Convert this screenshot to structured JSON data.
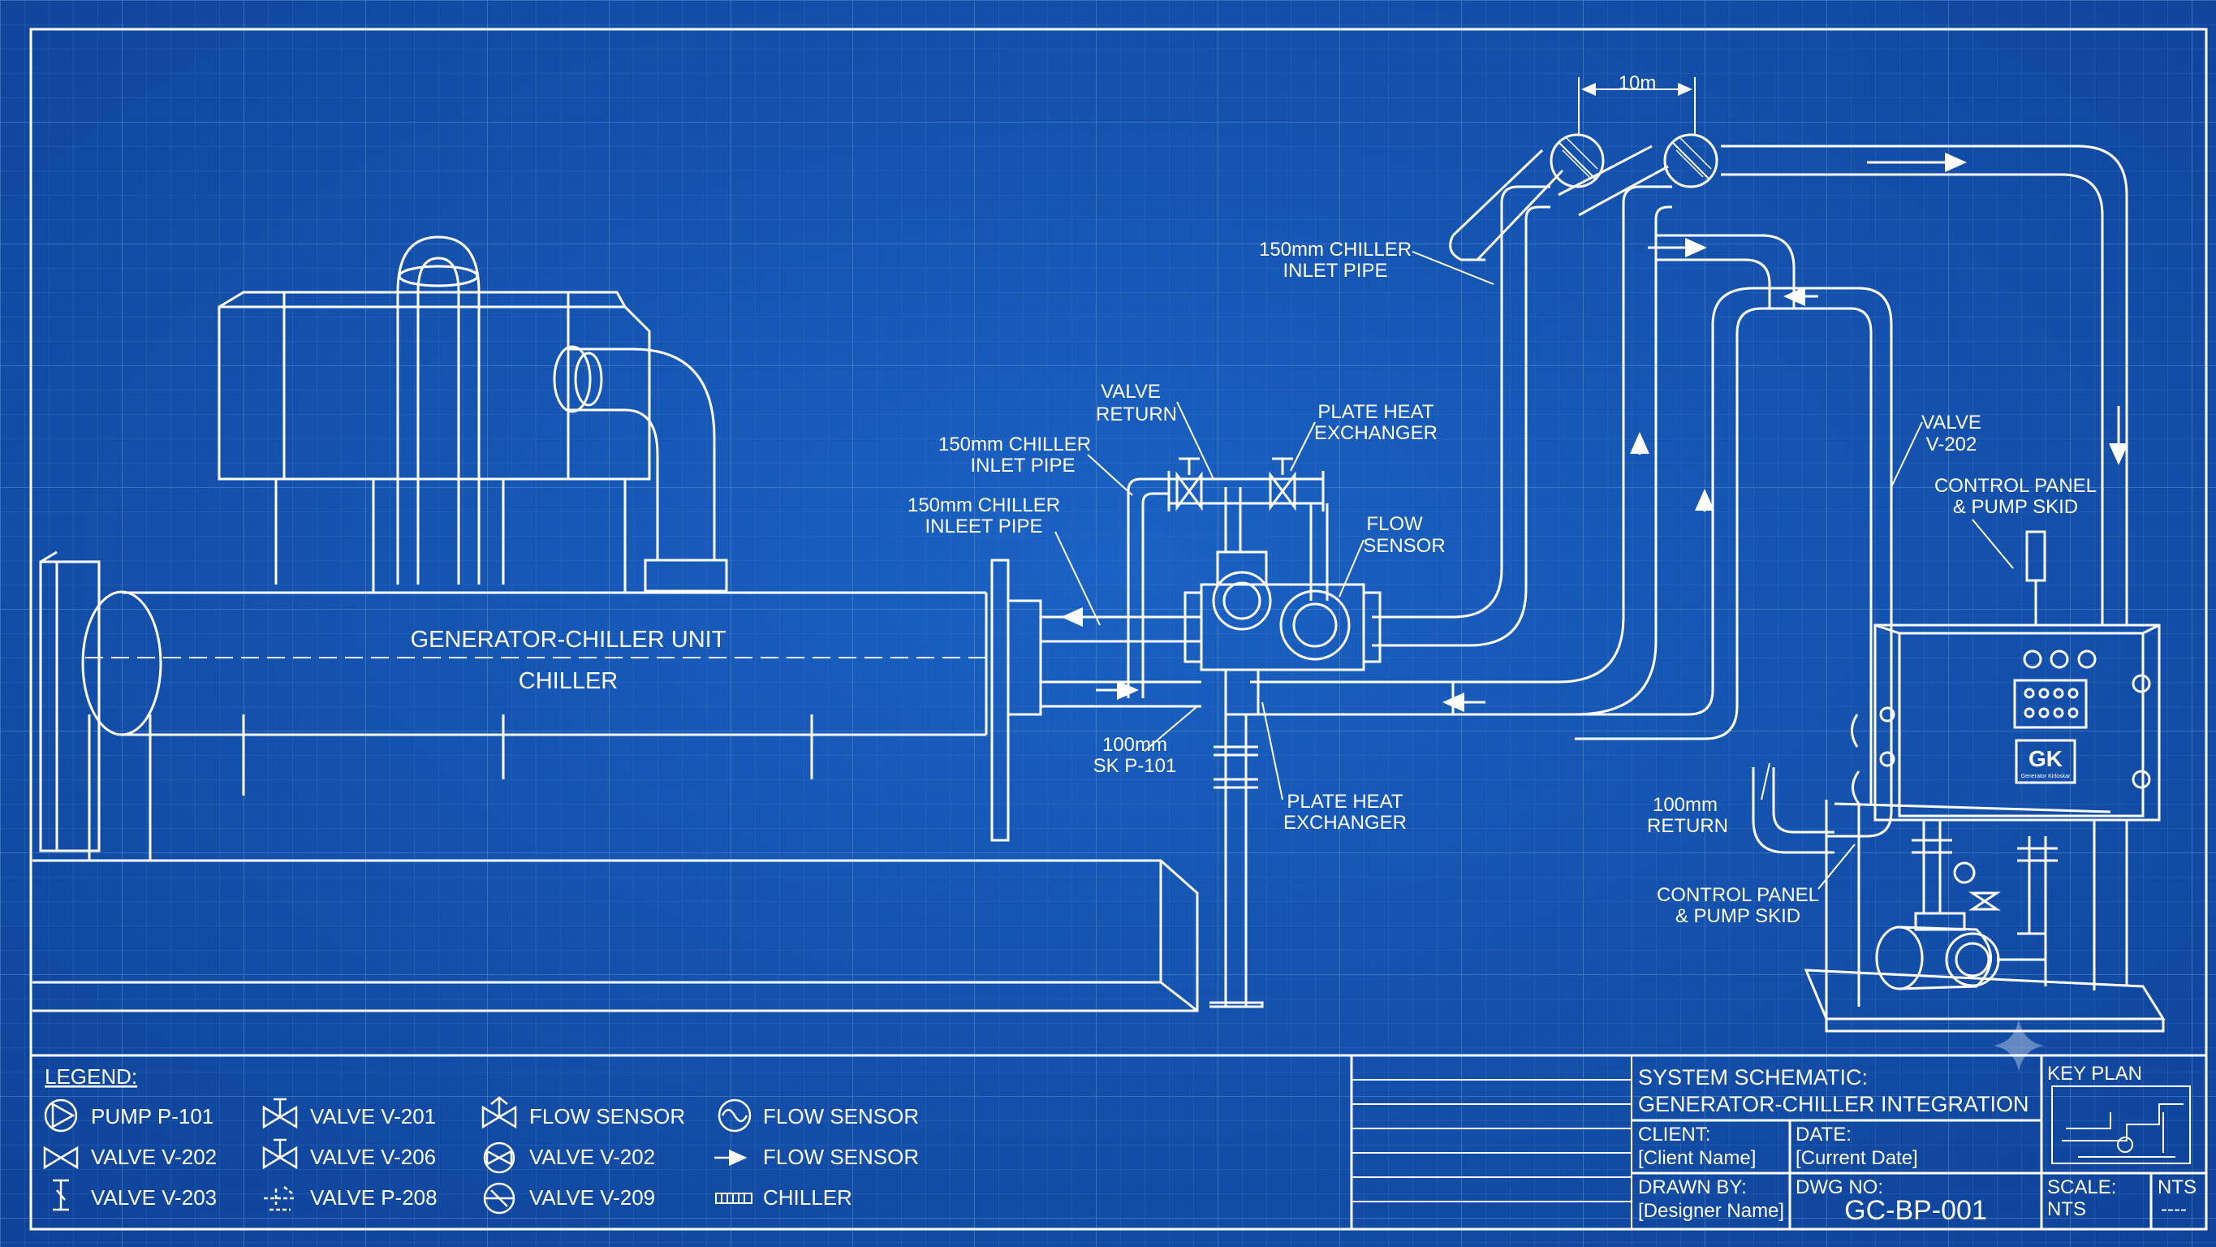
{
  "dimension": {
    "label": "10m"
  },
  "equipment": {
    "unit_title": "GENERATOR-CHILLER UNIT",
    "unit_subtitle": "CHILLER",
    "panel_logo": "GK",
    "panel_logo_sub": "Generator Kirloskar"
  },
  "callouts": [
    [
      "150mm CHILLER",
      "INLET PIPE"
    ],
    [
      "VALVE",
      "RETURN"
    ],
    [
      "PLATE HEAT",
      "EXCHANGER"
    ],
    [
      "150mm CHILLER",
      "INLET PIPE"
    ],
    [
      "150mm CHILLER",
      "INLEET PIPE"
    ],
    [
      "FLOW",
      "SENSOR"
    ],
    [
      "100mm",
      "SK P-101"
    ],
    [
      "PLATE HEAT",
      "EXCHANGER"
    ],
    [
      "VALVE",
      "V-202"
    ],
    [
      "CONTROL PANEL",
      "& PUMP SKID"
    ],
    [
      "100mm",
      "RETURN"
    ],
    [
      "CONTROL PANEL",
      "& PUMP SKID"
    ]
  ],
  "legend": {
    "title": "LEGEND:",
    "items": [
      {
        "icon": "pump-symbol-icon",
        "label": "PUMP P-101"
      },
      {
        "icon": "valve-symbol-icon",
        "label": "VALVE V-202"
      },
      {
        "icon": "valve-stem-symbol-icon",
        "label": "VALVE V-203"
      },
      {
        "icon": "actuated-valve-symbol-icon",
        "label": "VALVE V-201"
      },
      {
        "icon": "actuated-valve-symbol-icon",
        "label": "VALVE V-206"
      },
      {
        "icon": "pressure-valve-symbol-icon",
        "label": "VALVE P-208"
      },
      {
        "icon": "flow-sensor-symbol-icon",
        "label": "FLOW SENSOR"
      },
      {
        "icon": "flow-valve-symbol-icon",
        "label": "VALVE V-202"
      },
      {
        "icon": "check-valve-symbol-icon",
        "label": "VALVE V-209"
      },
      {
        "icon": "sine-sensor-symbol-icon",
        "label": "FLOW SENSOR"
      },
      {
        "icon": "flow-arrow-symbol-icon",
        "label": "FLOW SENSOR"
      },
      {
        "icon": "chiller-symbol-icon",
        "label": "CHILLER"
      }
    ]
  },
  "title_block": {
    "title_line1": "SYSTEM SCHEMATIC:",
    "title_line2": "GENERATOR-CHILLER INTEGRATION",
    "client_label": "CLIENT:",
    "client_value": "[Client Name]",
    "date_label": "DATE:",
    "date_value": "[Current Date]",
    "drawn_label": "DRAWN BY:",
    "drawn_value": "[Designer Name]",
    "dwg_label": "DWG NO:",
    "dwg_value": "GC-BP-001",
    "key_plan": "KEY PLAN",
    "scale_label": "SCALE:",
    "scale_value": "NTS",
    "nts_label": "NTS",
    "nts_value": "----"
  },
  "colors": {
    "background": "#1450a8",
    "grid": "#3d76c4",
    "line": "#ffffff"
  }
}
